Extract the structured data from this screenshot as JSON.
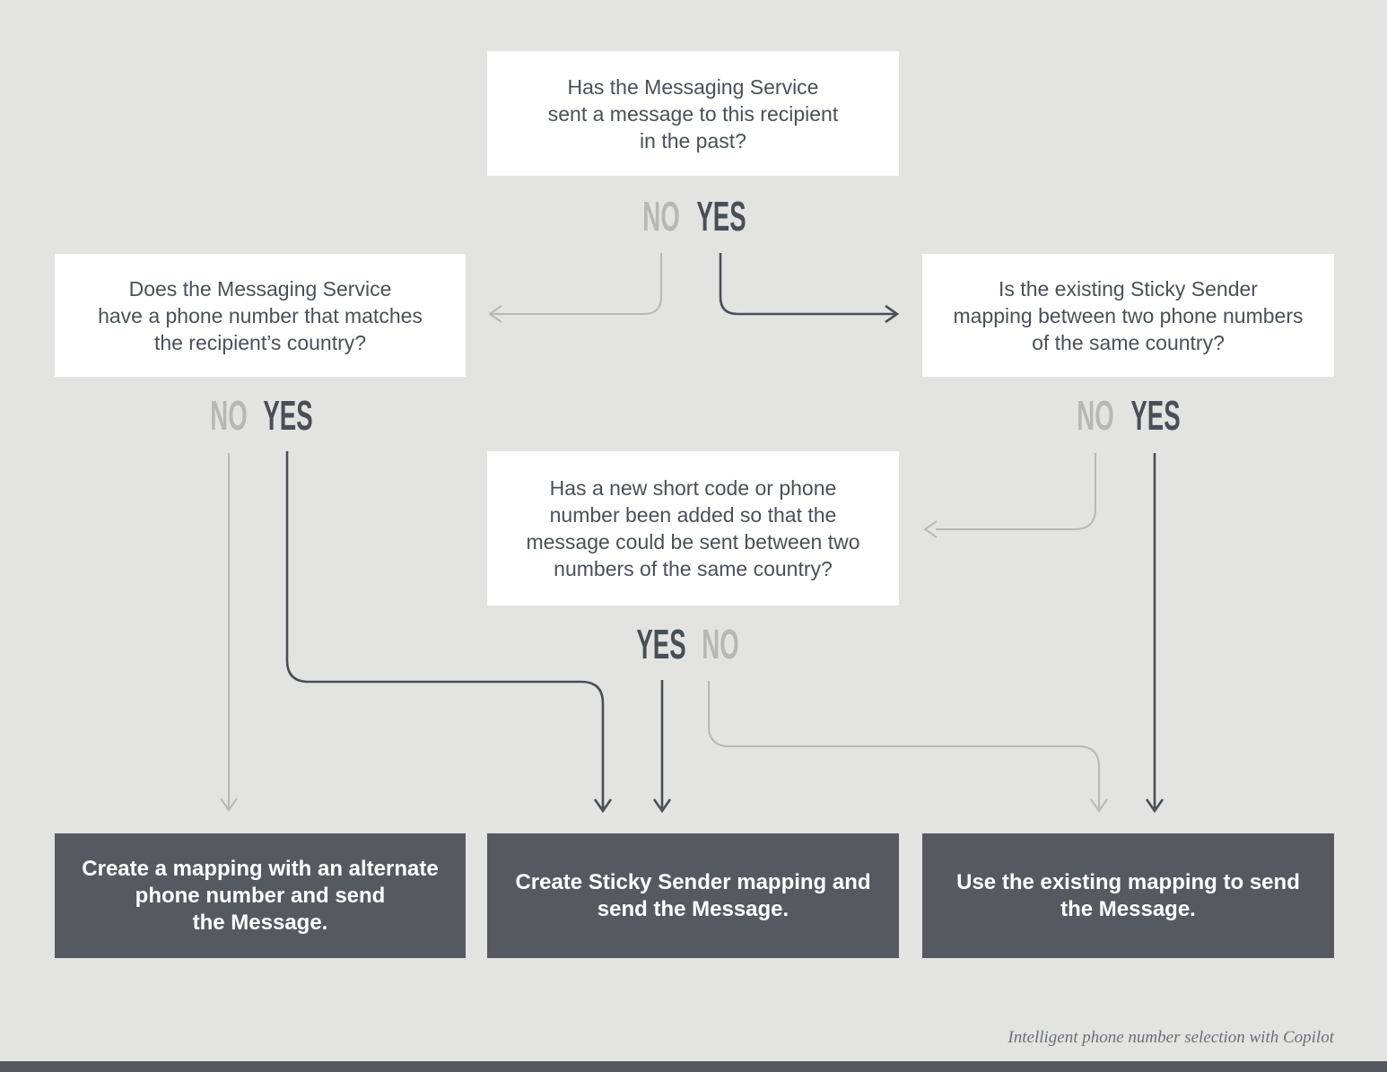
{
  "diagram": {
    "title_hint": "Sticky Sender decision flowchart",
    "questions": {
      "top": {
        "lines": [
          "Has the Messaging Service",
          "sent a message to this recipient",
          "in the past?"
        ]
      },
      "left": {
        "lines": [
          "Does the Messaging Service",
          "have a phone number that matches",
          "the recipient’s country?"
        ]
      },
      "right": {
        "lines": [
          "Is the existing Sticky Sender",
          "mapping between two phone numbers",
          "of the same country?"
        ]
      },
      "middle": {
        "lines": [
          "Has a new short code or phone",
          "number been added so that the",
          "message could be sent between two",
          "numbers of the same country?"
        ]
      }
    },
    "actions": {
      "left": {
        "lines": [
          "Create a mapping with an alternate",
          "phone number and send",
          "the Message."
        ]
      },
      "middle": {
        "lines": [
          "Create Sticky Sender mapping and",
          "send the Message."
        ]
      },
      "right": {
        "lines": [
          "Use the existing mapping to send",
          "the Message."
        ]
      }
    },
    "branch_labels": {
      "yes": "YES",
      "no": "NO"
    },
    "caption": "Intelligent phone number selection with Copilot",
    "colors": {
      "background": "#e3e3e2",
      "question_box_bg": "#ffffff",
      "question_text": "#49505a",
      "action_box_bg": "#555a61",
      "action_text": "#ffffff",
      "yes_and_dark_arrows": "#474f57",
      "no_and_light_arrows": "#b7b7b3",
      "caption_text": "#6b7074",
      "footer_bar": "#54595f"
    }
  }
}
